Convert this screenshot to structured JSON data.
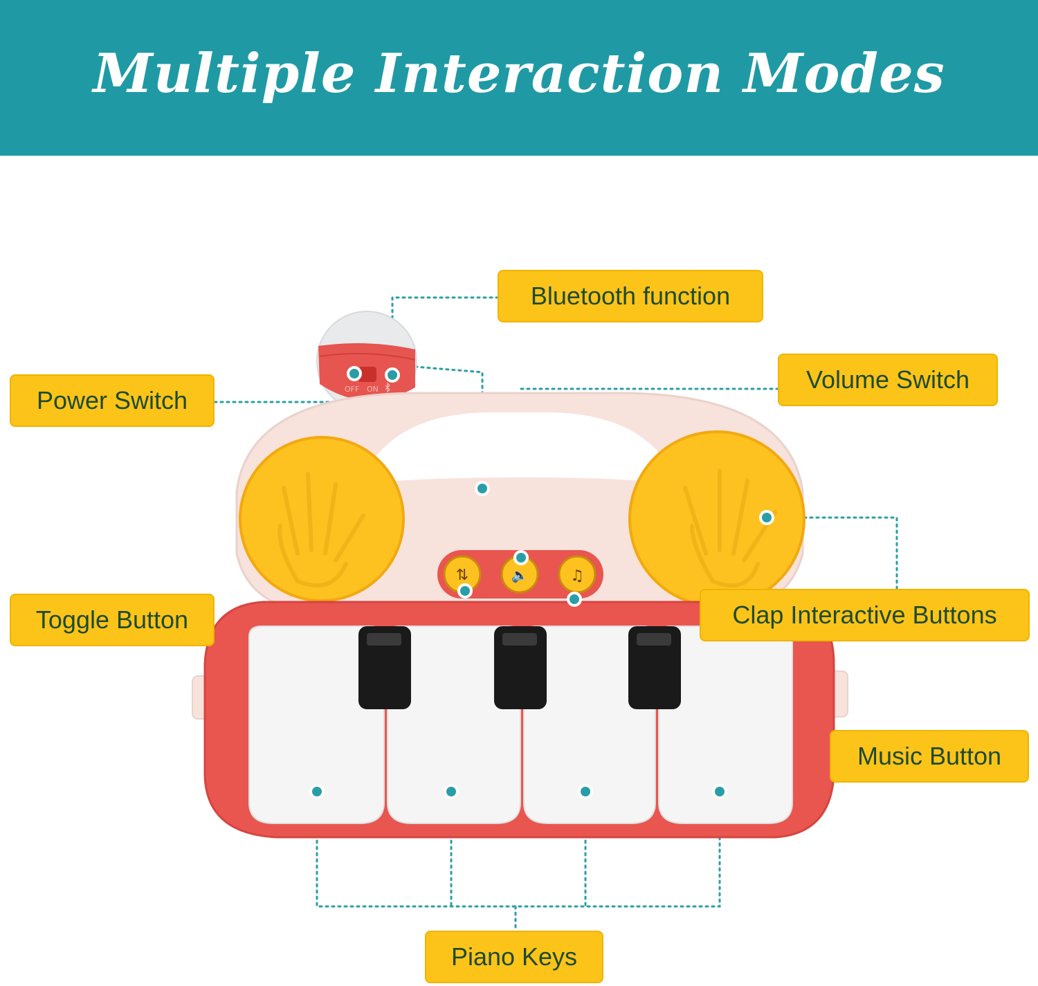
{
  "header": {
    "title": "Multiple Interaction Modes",
    "background": "#1f9aa5"
  },
  "callouts": {
    "bluetooth": "Bluetooth function",
    "power": "Power Switch",
    "volume": "Volume Switch",
    "toggle": "Toggle Button",
    "clap": "Clap Interactive Buttons",
    "music": "Music Button",
    "piano": "Piano Keys"
  },
  "switch_labels": {
    "off": "OFF",
    "on": "ON"
  },
  "colors": {
    "callout_fill": "#fcc419",
    "callout_text": "#1f4a2c",
    "marker_dot": "#2a9ea6",
    "body_red": "#e9554f",
    "handle_pink": "#f8e2dc",
    "drum_yellow": "#fdc21f",
    "key_white": "#f5f5f5",
    "key_black": "#1a1a1a"
  },
  "icons": {
    "toggle_button": "toggle-arrows-icon",
    "volume_button": "speaker-plus-minus-icon",
    "music_button": "music-note-icon",
    "bluetooth_mark": "bluetooth-icon"
  }
}
